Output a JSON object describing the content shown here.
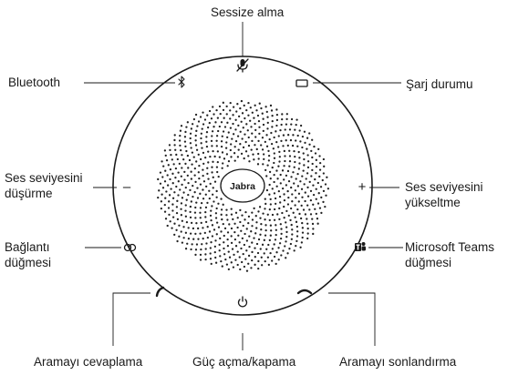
{
  "labels": {
    "mute": "Sessize alma",
    "bluetooth": "Bluetooth",
    "battery": "Şarj durumu",
    "volume_down": [
      "Ses seviyesini",
      "düşürme"
    ],
    "volume_up": [
      "Ses seviyesini",
      "yükseltme"
    ],
    "connect": [
      "Bağlantı",
      "düğmesi"
    ],
    "teams": [
      "Microsoft Teams",
      "düğmesi"
    ],
    "answer": "Aramayı cevaplama",
    "power": "Güç açma/kapama",
    "end_call": "Aramayı sonlandırma"
  },
  "device": {
    "logo": "Jabra",
    "minus_symbol": "–",
    "plus_symbol": "+"
  },
  "icons": {
    "mute": "microphone-off-icon",
    "bluetooth": "bluetooth-icon",
    "battery": "battery-icon",
    "connect": "link-rings-icon",
    "teams": "microsoft-teams-icon",
    "answer": "phone-answer-icon",
    "power": "power-icon",
    "end_call": "phone-hangup-icon"
  },
  "colors": {
    "line": "#1a1a1a",
    "dots": "#222222",
    "text": "#1a1a1a"
  }
}
